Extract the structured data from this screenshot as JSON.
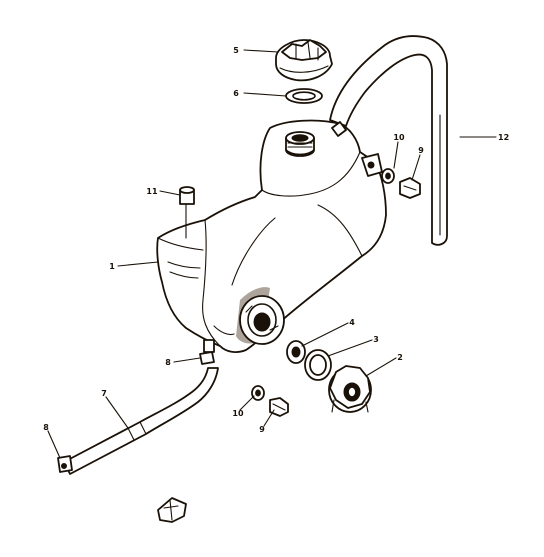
{
  "callouts": {
    "c1": "1",
    "c2": "2",
    "c3": "3",
    "c4": "4",
    "c5": "5",
    "c6": "6",
    "c7": "7",
    "c8a": "8",
    "c8b": "8",
    "c9a": "9",
    "c9b": "9",
    "c10a": "10",
    "c10b": "10",
    "c11": "11",
    "c12": "12"
  }
}
